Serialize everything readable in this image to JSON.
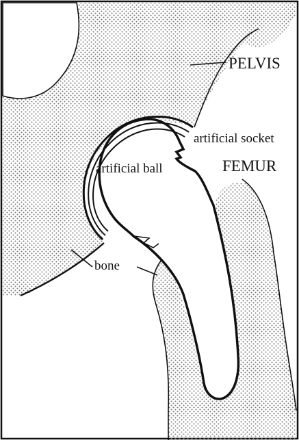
{
  "labels": {
    "pelvis": "PELVIS",
    "artificial_socket": "artificial socket",
    "femur": "FEMUR",
    "artificial_ball": "artificial ball",
    "bone": "bone"
  },
  "colors": {
    "ink": "#111111",
    "stipple": "#8a8a8a",
    "background": "#ffffff"
  }
}
